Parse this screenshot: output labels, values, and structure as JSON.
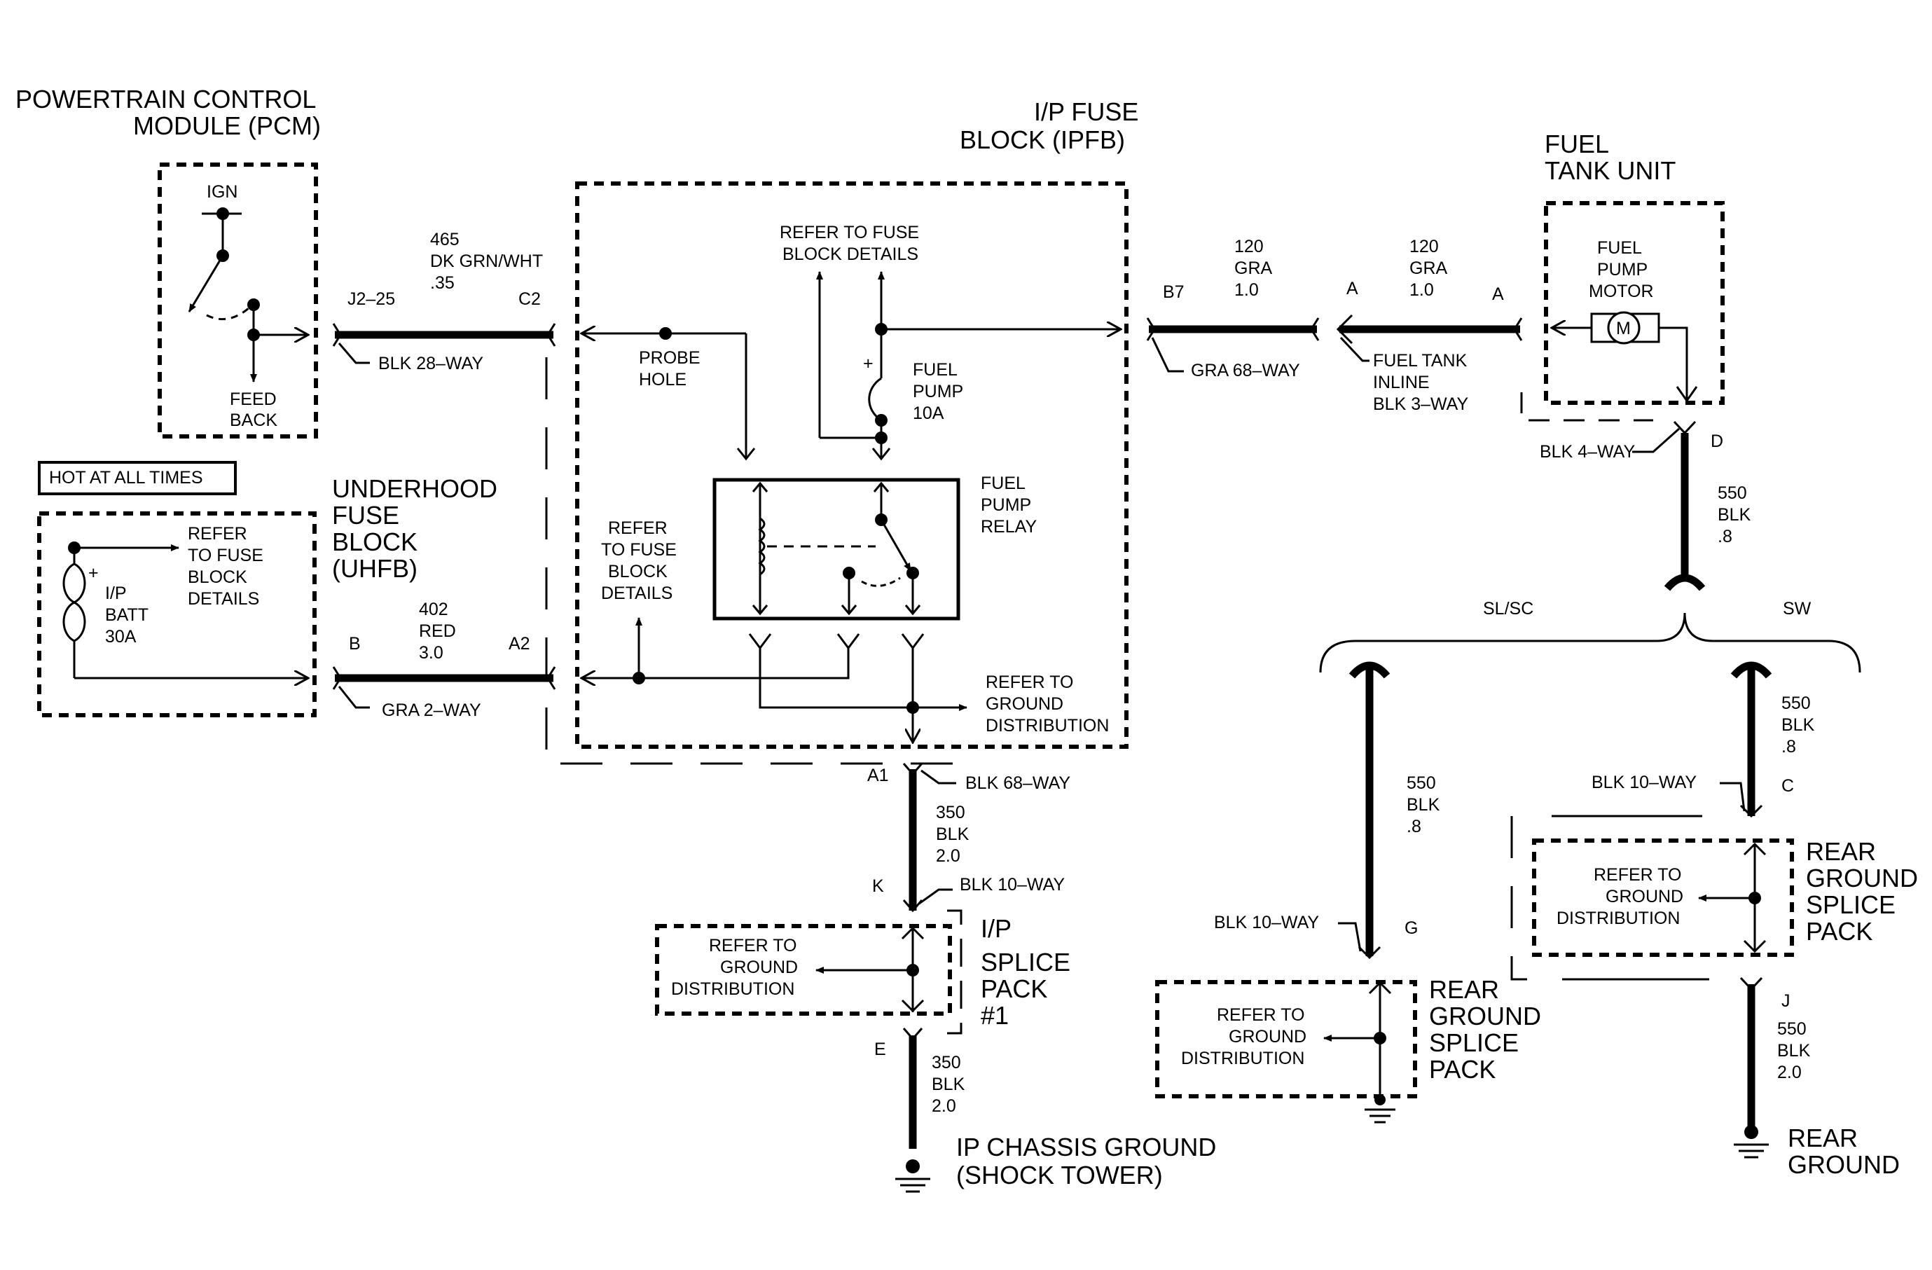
{
  "pcm": {
    "title_line1": "POWERTRAIN CONTROL",
    "title_line2": "MODULE (PCM)",
    "ign": "IGN",
    "feed_line1": "FEED",
    "feed_line2": "BACK"
  },
  "hot_at_all_times": "HOT AT ALL TIMES",
  "uhfb": {
    "line1": "UNDERHOOD",
    "line2": "FUSE",
    "line3": "BLOCK",
    "line4": "(UHFB)",
    "refer_line1": "REFER",
    "refer_line2": "TO FUSE",
    "refer_line3": "BLOCK",
    "refer_line4": "DETAILS",
    "fuse_line1": "I/P",
    "fuse_line2": "BATT",
    "fuse_line3": "30A",
    "plus": "+"
  },
  "wire_465": {
    "num": "465",
    "color": "DK GRN/WHT",
    "size": ".35",
    "pin_left": "J2–25",
    "pin_right": "C2",
    "connector": "BLK 28–WAY"
  },
  "wire_402": {
    "num": "402",
    "color": "RED",
    "size": "3.0",
    "pin_left": "B",
    "pin_right": "A2",
    "connector": "GRA 2–WAY"
  },
  "ipfb": {
    "title_line1": "I/P FUSE",
    "title_line2": "BLOCK (IPFB)",
    "refer_top_line1": "REFER TO FUSE",
    "refer_top_line2": "BLOCK DETAILS",
    "probe_line1": "PROBE",
    "probe_line2": "HOLE",
    "fuse_line1": "FUEL",
    "fuse_line2": "PUMP",
    "fuse_line3": "10A",
    "plus": "+",
    "relay_line1": "FUEL",
    "relay_line2": "PUMP",
    "relay_line3": "RELAY",
    "refer_left_line1": "REFER",
    "refer_left_line2": "TO FUSE",
    "refer_left_line3": "BLOCK",
    "refer_left_line4": "DETAILS",
    "ground_line1": "REFER TO",
    "ground_line2": "GROUND",
    "ground_line3": "DISTRIBUTION"
  },
  "wire_120a": {
    "num": "120",
    "color": "GRA",
    "size": "1.0",
    "pin": "B7",
    "connector": "GRA 68–WAY"
  },
  "wire_120b": {
    "num": "120",
    "color": "GRA",
    "size": "1.0",
    "pin_left": "A",
    "pin_right": "A",
    "conn_line1": "FUEL TANK",
    "conn_line2": "INLINE",
    "conn_line3": "BLK 3–WAY"
  },
  "fuel_tank": {
    "title_line1": "FUEL",
    "title_line2": "TANK UNIT",
    "motor_line1": "FUEL",
    "motor_line2": "PUMP",
    "motor_line3": "MOTOR",
    "motor_symbol": "M",
    "connector": "BLK 4–WAY",
    "pin": "D"
  },
  "wire_550_top": {
    "num": "550",
    "color": "BLK",
    "size": ".8"
  },
  "branch": {
    "left": "SL/SC",
    "right": "SW"
  },
  "wire_550_right": {
    "num": "550",
    "color": "BLK",
    "size": ".8",
    "connector": "BLK 10–WAY",
    "pin": "C"
  },
  "wire_550_mid": {
    "num": "550",
    "color": "BLK",
    "size": ".8",
    "connector": "BLK 10–WAY",
    "pin": "G"
  },
  "rear_splice_right": {
    "line1": "REAR",
    "line2": "GROUND",
    "line3": "SPLICE",
    "line4": "PACK",
    "refer_line1": "REFER TO",
    "refer_line2": "GROUND",
    "refer_line3": "DISTRIBUTION"
  },
  "rear_splice_left": {
    "line1": "REAR",
    "line2": "GROUND",
    "line3": "SPLICE",
    "line4": "PACK",
    "refer_line1": "REFER TO",
    "refer_line2": "GROUND",
    "refer_line3": "DISTRIBUTION"
  },
  "wire_550_bottom": {
    "pin": "J",
    "num": "550",
    "color": "BLK",
    "size": "2.0"
  },
  "rear_ground": {
    "line1": "REAR",
    "line2": "GROUND"
  },
  "wire_350_top": {
    "pin": "A1",
    "connector": "BLK 68–WAY",
    "num": "350",
    "color": "BLK",
    "size": "2.0",
    "pin_k": "K",
    "connector_k": "BLK 10–WAY"
  },
  "ip_splice": {
    "line1": "I/P",
    "line2": "SPLICE",
    "line3": "PACK",
    "line4": "#1",
    "refer_line1": "REFER TO",
    "refer_line2": "GROUND",
    "refer_line3": "DISTRIBUTION"
  },
  "wire_350_bottom": {
    "pin": "E",
    "num": "350",
    "color": "BLK",
    "size": "2.0"
  },
  "ip_ground": {
    "line1": "IP CHASSIS GROUND",
    "line2": "(SHOCK TOWER)"
  }
}
